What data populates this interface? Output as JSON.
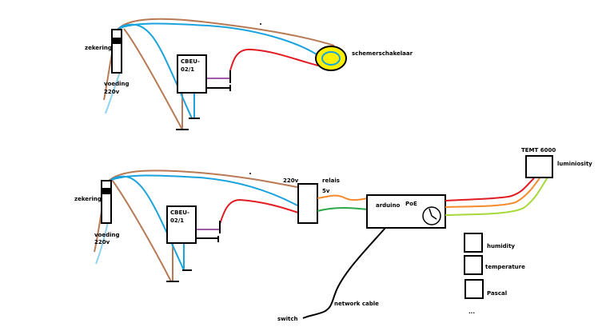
{
  "colors": {
    "brown": "#b87a55",
    "blue": "#1aa3dc",
    "lightblue": "#8fd3f0",
    "red": "#e21b23",
    "purple": "#a05aa8",
    "orange": "#f58a2a",
    "green": "#2fa84a",
    "lime": "#a8d93a",
    "yellow": "#ffef00",
    "black": "#000000"
  },
  "top_circuit": {
    "fuse_label": "zekering",
    "supply_label_line1": "voeding",
    "supply_label_line2": "220v",
    "module_label_line1": "CBEU-",
    "module_label_line2": "02/1",
    "switch_label": "schemerschakelaar"
  },
  "bottom_circuit": {
    "fuse_label": "zekering",
    "supply_label_line1": "voeding",
    "supply_label_line2": "220v",
    "module_label_line1": "CBEU-",
    "module_label_line2": "02/1",
    "relay_voltage_high": "220v",
    "relay_label": "relais",
    "relay_voltage_low": "5v",
    "controller_label": "arduino",
    "controller_poe": "PoE",
    "sensor_label": "TEMT 6000",
    "sensor_measure": "luminiosity",
    "network_label": "network cable",
    "switch_label": "switch",
    "extra_sensors": [
      "humidity",
      "temperature",
      "Pascal"
    ],
    "more": "..."
  }
}
